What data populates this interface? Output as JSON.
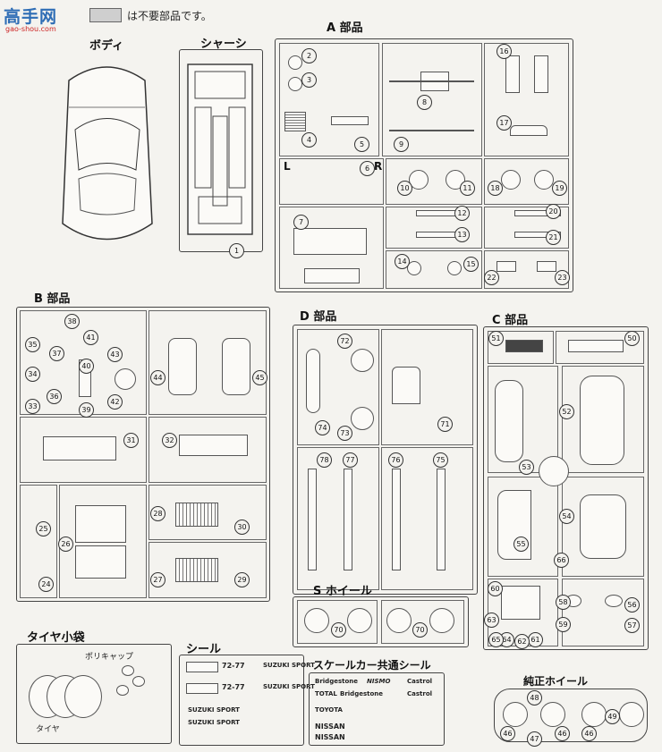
{
  "header": {
    "watermark": "高手网",
    "watermark_url": "gao-shou.com",
    "legend_text": "は不要部品です。"
  },
  "sections": {
    "body": "ボディ",
    "chassis": "シャーシ",
    "a_parts": "A 部品",
    "b_parts": "B 部品",
    "c_parts": "C 部品",
    "d_parts": "D 部品",
    "s_wheel": "S ホイール",
    "tire_bag": "タイヤ小袋",
    "seal": "シール",
    "scale_seal": "スケールカー共通シール",
    "stock_wheel": "純正ホイール"
  },
  "labels": {
    "left": "L",
    "right": "R",
    "poly_cap": "ポリキャップ",
    "tire": "タイヤ"
  },
  "decals": {
    "plate": "72-77",
    "brand": "SUZUKI SPORT",
    "toyota": "TOYOTA",
    "nissan": "NISSAN",
    "bridgestone": "Bridgestone",
    "nismo": "NISMO",
    "castrol": "Castrol",
    "total": "TOTAL"
  },
  "part_numbers": {
    "chassis": [
      "1"
    ],
    "a": [
      "2",
      "3",
      "4",
      "5",
      "6",
      "7",
      "8",
      "9",
      "10",
      "11",
      "12",
      "13",
      "14",
      "15",
      "16",
      "17",
      "18",
      "19",
      "20",
      "21",
      "22",
      "23"
    ],
    "b": [
      "24",
      "25",
      "26",
      "27",
      "28",
      "29",
      "30",
      "31",
      "32",
      "33",
      "34",
      "35",
      "36",
      "37",
      "38",
      "39",
      "40",
      "41",
      "42",
      "43",
      "44",
      "45"
    ],
    "c": [
      "50",
      "51",
      "52",
      "53",
      "54",
      "55",
      "56",
      "57",
      "58",
      "59",
      "60",
      "61",
      "62",
      "63",
      "64",
      "65",
      "66"
    ],
    "d": [
      "71",
      "72",
      "73",
      "74",
      "75",
      "76",
      "77",
      "78"
    ],
    "s": [
      "70",
      "70"
    ],
    "stock": [
      "46",
      "46",
      "46",
      "47",
      "48",
      "49"
    ]
  }
}
